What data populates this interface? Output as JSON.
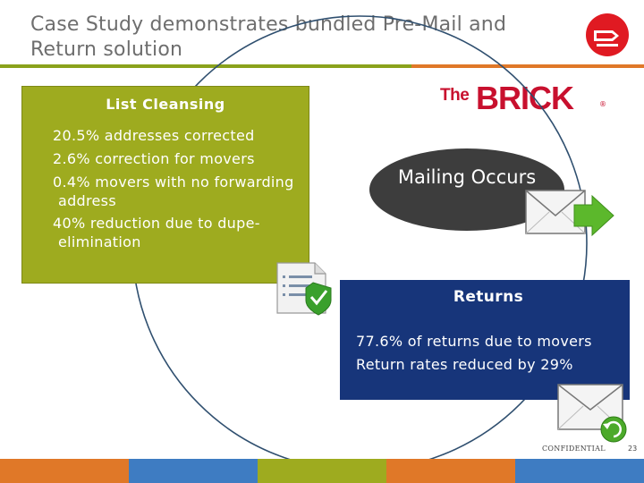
{
  "header": {
    "title": "Case Study demonstrates bundled Pre-Mail and Return solution"
  },
  "brick_logo": {
    "the": "The",
    "word": "BRICK",
    "tm": "®"
  },
  "list_cleansing": {
    "title": "List Cleansing",
    "items": [
      "20.5% addresses corrected",
      "2.6% correction for movers",
      "0.4% movers with no forwarding address",
      "40% reduction due to dupe-elimination"
    ]
  },
  "mailing": {
    "label": "Mailing Occurs"
  },
  "returns": {
    "title": "Returns",
    "items": [
      "77.6% of returns due to movers",
      "Return rates reduced by 29%"
    ]
  },
  "footer": {
    "confidential": "CONFIDENTIAL",
    "page_number": "23",
    "bar_colors": [
      "#e07828",
      "#3e7cc2",
      "#9eab1f",
      "#e07828",
      "#3e7cc2",
      "#9eab1f"
    ]
  },
  "colors": {
    "list_green": "#9eab1f",
    "returns_blue": "#17357a",
    "mailing_dark": "#3d3d3d",
    "brand_red": "#c8102e",
    "arrow_green": "#5cb82c"
  },
  "icons": [
    "canada-post-logo-icon",
    "document-check-icon",
    "envelope-arrow-out-icon",
    "envelope-return-icon"
  ]
}
